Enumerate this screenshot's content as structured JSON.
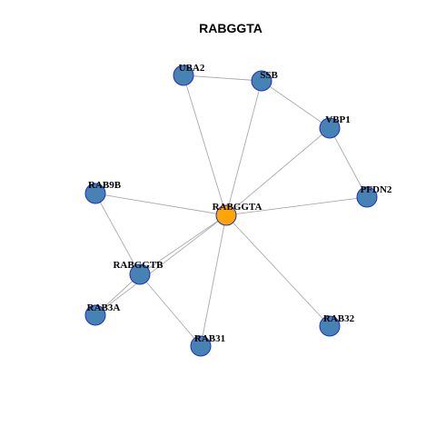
{
  "title": "RABGGTA",
  "colors": {
    "center": "#ffa500",
    "node": "#4682b4",
    "node_border": "#1f2fbf",
    "edge": "#aaaaaa"
  },
  "nodes": [
    {
      "id": "RABGGTA",
      "label": "RABGGTA",
      "role": "center"
    },
    {
      "id": "UBA2",
      "label": "UBA2",
      "role": "neighbor"
    },
    {
      "id": "SSB",
      "label": "SSB",
      "role": "neighbor"
    },
    {
      "id": "VBP1",
      "label": "VBP1",
      "role": "neighbor"
    },
    {
      "id": "PFDN2",
      "label": "PFDN2",
      "role": "neighbor"
    },
    {
      "id": "RAB9B",
      "label": "RAB9B",
      "role": "neighbor"
    },
    {
      "id": "RABGGTB",
      "label": "RABGGTB",
      "role": "neighbor"
    },
    {
      "id": "RAB3A",
      "label": "RAB3A",
      "role": "neighbor"
    },
    {
      "id": "RAB31",
      "label": "RAB31",
      "role": "neighbor"
    },
    {
      "id": "RAB32",
      "label": "RAB32",
      "role": "neighbor"
    }
  ],
  "edges": [
    [
      "RABGGTA",
      "UBA2"
    ],
    [
      "RABGGTA",
      "SSB"
    ],
    [
      "RABGGTA",
      "VBP1"
    ],
    [
      "RABGGTA",
      "PFDN2"
    ],
    [
      "RABGGTA",
      "RAB9B"
    ],
    [
      "RABGGTA",
      "RABGGTB"
    ],
    [
      "RABGGTA",
      "RAB3A"
    ],
    [
      "RABGGTA",
      "RAB31"
    ],
    [
      "RABGGTA",
      "RAB32"
    ],
    [
      "UBA2",
      "SSB"
    ],
    [
      "SSB",
      "VBP1"
    ],
    [
      "VBP1",
      "PFDN2"
    ],
    [
      "RAB9B",
      "RABGGTB"
    ],
    [
      "RABGGTB",
      "RAB3A"
    ],
    [
      "RABGGTB",
      "RAB31"
    ]
  ]
}
